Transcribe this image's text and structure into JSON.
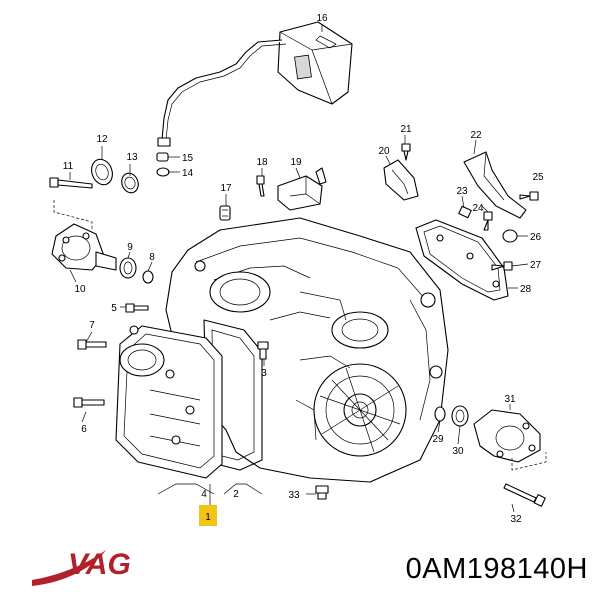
{
  "brand": {
    "logo_text": "VAG",
    "logo_color": "#b3202a"
  },
  "part_number": "0AM198140H",
  "highlight_color": "#f3c417",
  "callouts": [
    "1",
    "2",
    "3",
    "4",
    "5",
    "6",
    "7",
    "8",
    "9",
    "10",
    "11",
    "12",
    "13",
    "14",
    "15",
    "16",
    "17",
    "18",
    "19",
    "20",
    "21",
    "22",
    "23",
    "24",
    "25",
    "26",
    "27",
    "28",
    "29",
    "30",
    "31",
    "32",
    "33"
  ]
}
